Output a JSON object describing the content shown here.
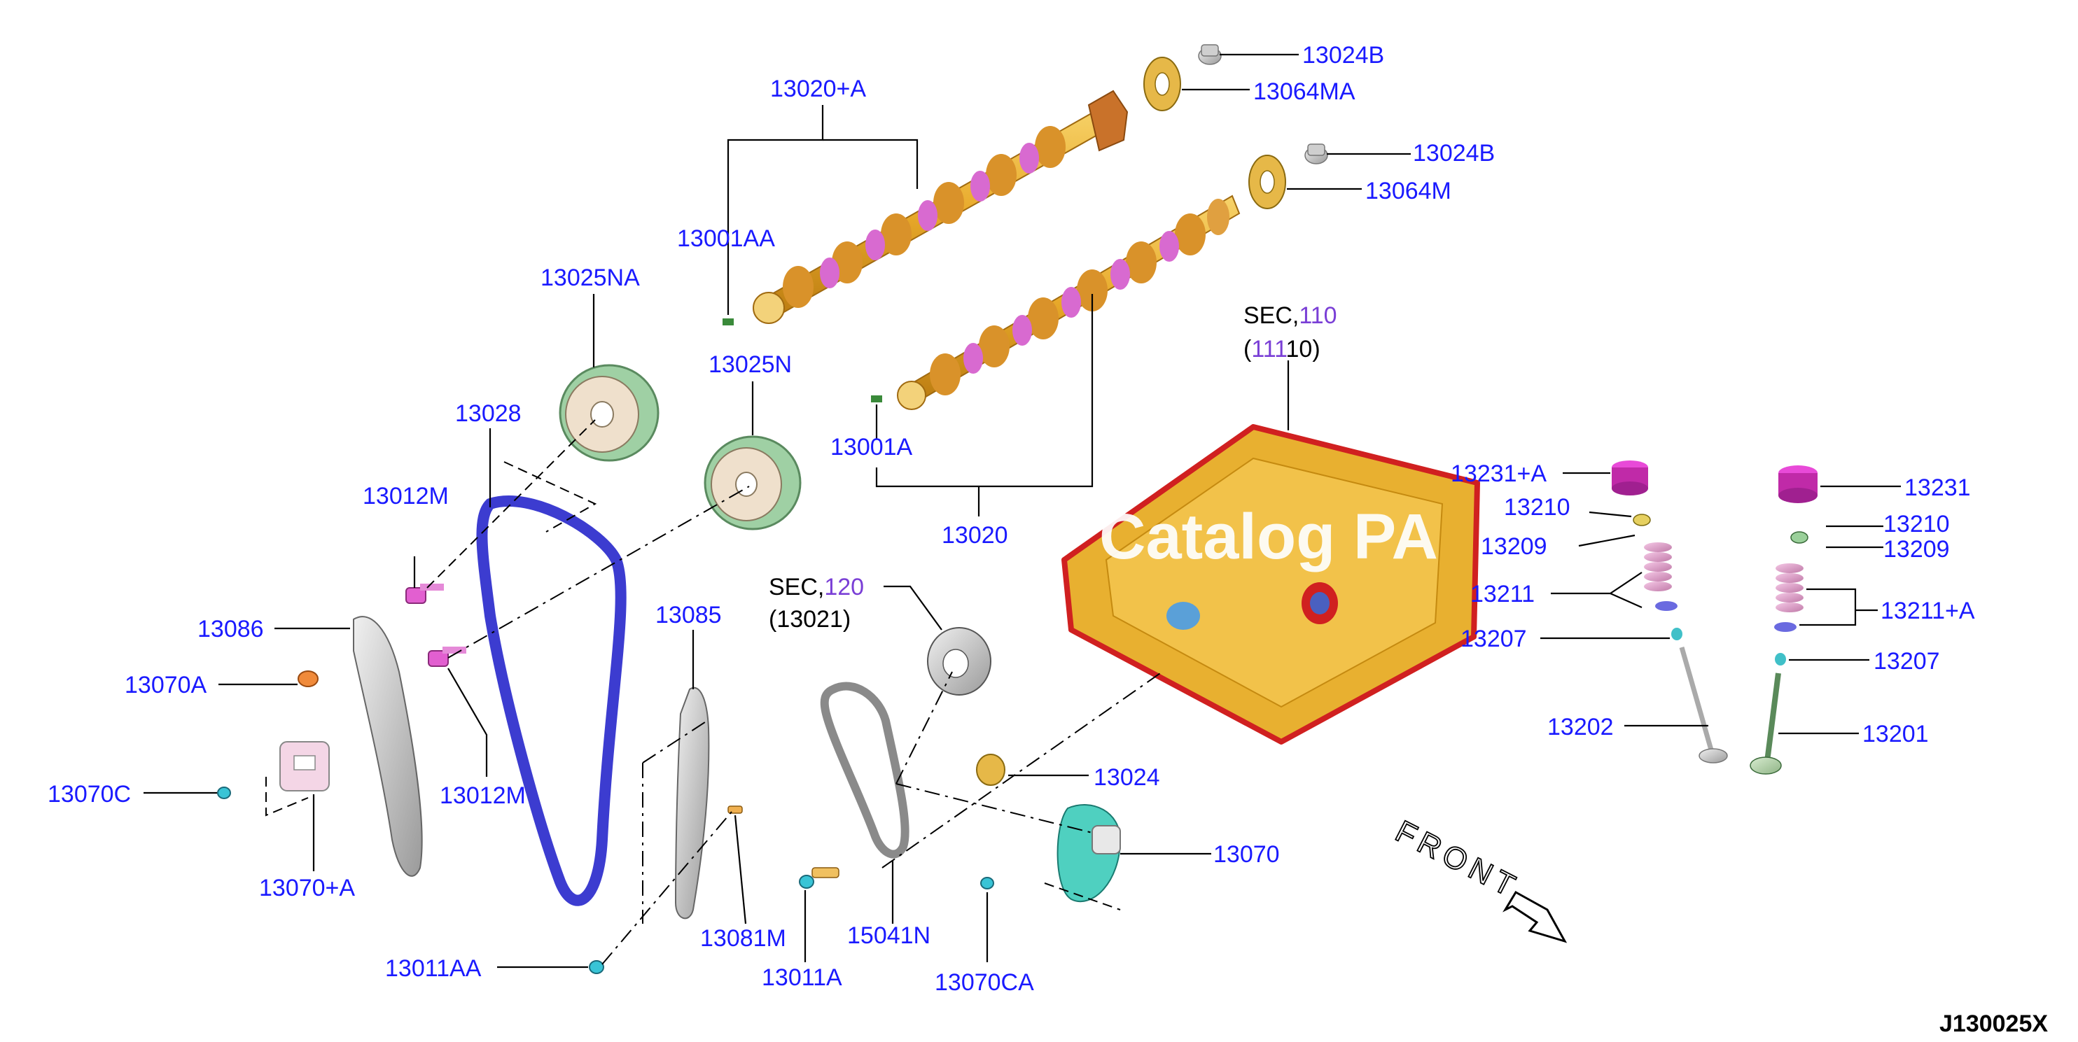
{
  "diagram": {
    "code": "J130025X",
    "watermark": "Catalog PA",
    "front_label": "FRONT",
    "sec110": {
      "prefix": "SEC,",
      "number": "110",
      "sub_open": "(",
      "sub_hl": "111",
      "sub_rest": "10)"
    },
    "sec120": {
      "prefix": "SEC,",
      "number": "120",
      "sub": "(13021)"
    },
    "labels": {
      "p13024B_a": "13024B",
      "p13064MA": "13064MA",
      "p13024B_b": "13024B",
      "p13064M": "13064M",
      "p13020A": "13020+A",
      "p13001AA": "13001AA",
      "p13025NA": "13025NA",
      "p13025N": "13025N",
      "p13028": "13028",
      "p13001A": "13001A",
      "p13012M_a": "13012M",
      "p13020": "13020",
      "p13086": "13086",
      "p13070A": "13070A",
      "p13012M_b": "13012M",
      "p13070C": "13070C",
      "p13070A_plus": "13070+A",
      "p13085": "13085",
      "p13081M": "13081M",
      "p13011AA": "13011AA",
      "p13011A": "13011A",
      "p15041N": "15041N",
      "p13070CA": "13070CA",
      "p13024": "13024",
      "p13070": "13070",
      "p13231A": "13231+A",
      "p13210_a": "13210",
      "p13209_a": "13209",
      "p13211": "13211",
      "p13207_a": "13207",
      "p13202": "13202",
      "p13231": "13231",
      "p13210_b": "13210",
      "p13209_b": "13209",
      "p13211A": "13211+A",
      "p13207_b": "13207",
      "p13201": "13201"
    }
  }
}
